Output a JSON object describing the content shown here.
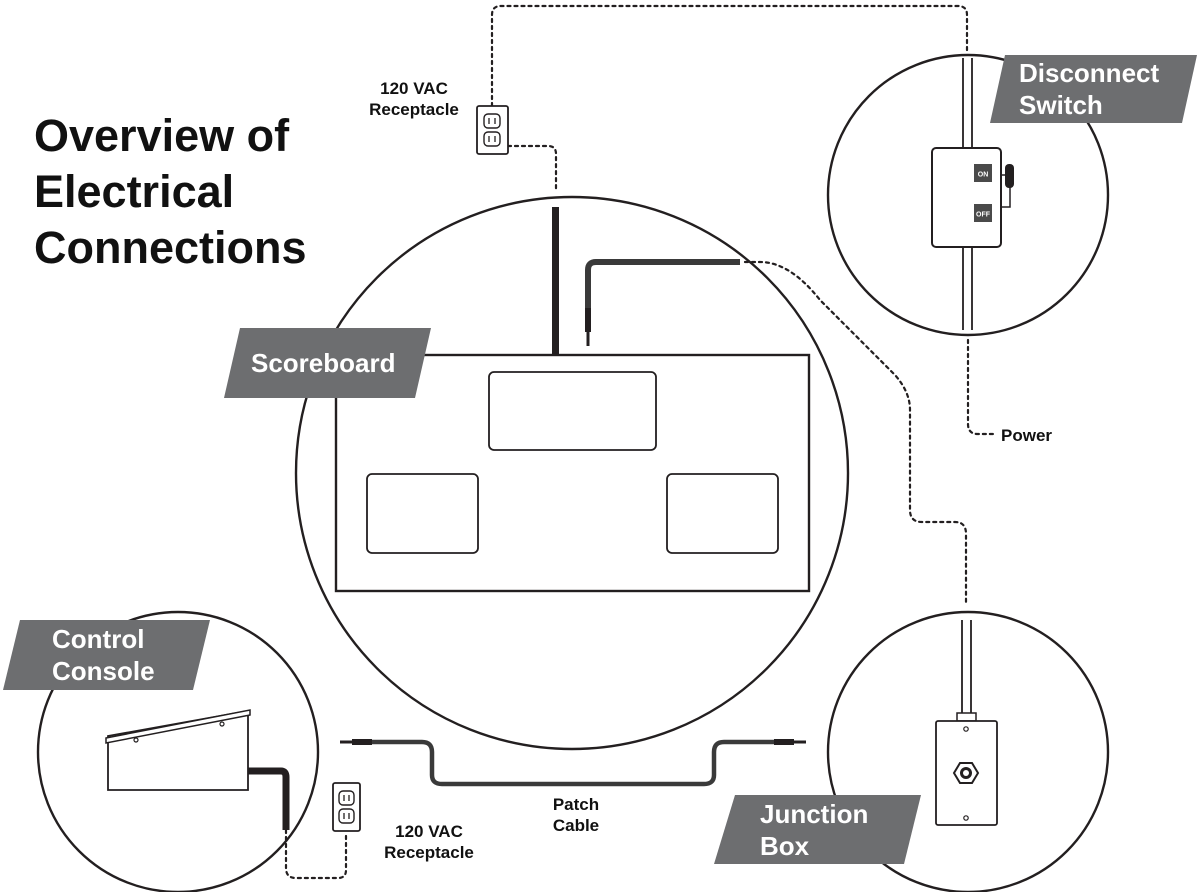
{
  "title_lines": [
    "Overview of",
    "Electrical",
    "Connections"
  ],
  "labels": {
    "scoreboard": "Scoreboard",
    "disconnect_switch": [
      "Disconnect",
      "Switch"
    ],
    "control_console": [
      "Control",
      "Console"
    ],
    "junction_box": [
      "Junction",
      "Box"
    ],
    "receptacle_top": [
      "120 VAC",
      "Receptacle"
    ],
    "receptacle_bottom": [
      "120 VAC",
      "Receptacle"
    ],
    "power": "Power",
    "patch_cable": [
      "Patch",
      "Cable"
    ],
    "switch_on": "ON",
    "switch_off": "OFF"
  },
  "colors": {
    "tag_background": "#6d6e70",
    "tag_text": "#ffffff",
    "line": "#231f20",
    "cable": "#3a3a3a"
  }
}
